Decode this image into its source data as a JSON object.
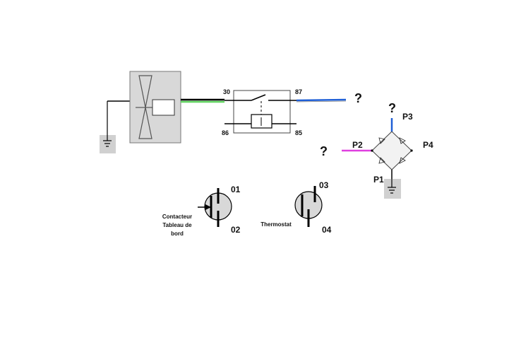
{
  "relay": {
    "pin_30": "30",
    "pin_87": "87",
    "pin_86": "86",
    "pin_85": "85"
  },
  "bridge": {
    "p1": "P1",
    "p2": "P2",
    "p3": "P3",
    "p4": "P4"
  },
  "unknowns": {
    "q_relay_output": "?",
    "q_p3": "?",
    "q_p2": "?"
  },
  "switch_contacteur": {
    "top_pin": "01",
    "bottom_pin": "02",
    "label_line1": "Contacteur",
    "label_line2": "Tableau de",
    "label_line3": "bord"
  },
  "switch_thermostat": {
    "top_pin": "03",
    "bottom_pin": "04",
    "label": "Thermostat"
  },
  "colors": {
    "green_wire": "#5fd35f",
    "blue_wire": "#1f5fd6",
    "magenta_wire": "#e040e0",
    "ground_bg": "#d0d0d0",
    "fan_box": "#d8d8d8",
    "bridge_fill": "#f2f2f2"
  }
}
